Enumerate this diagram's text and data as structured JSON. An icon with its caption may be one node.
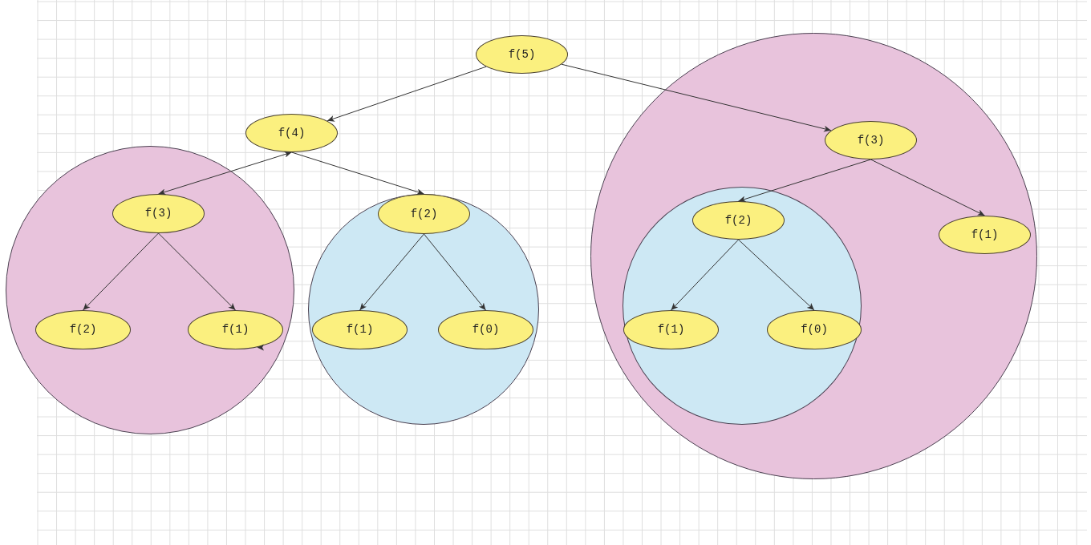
{
  "diagram": {
    "nodes": [
      {
        "text": [
          "f(5)"
        ]
      },
      {
        "text": [
          "f(4)"
        ]
      },
      {
        "text": [],
        "shape": "circle"
      },
      {
        "text": [
          "f(3)"
        ],
        "in": 2
      },
      {
        "text": [],
        "shape": "circle"
      },
      {
        "text": [
          "f(3)"
        ],
        "in": 4
      },
      {
        "text": [],
        "shape": "circle"
      },
      {
        "text": [
          "f(2)"
        ],
        "in": 6
      },
      {
        "text": [],
        "shape": "circle",
        "in": 2
      },
      {
        "text": [
          "f(2)"
        ],
        "in": 8
      },
      {
        "text": [
          "f(1)"
        ],
        "in": 2
      },
      {
        "text": [
          "f(2)"
        ],
        "in": 4
      },
      {
        "text": [
          "f(1)"
        ],
        "in": 4
      },
      {
        "text": [
          "f(1)"
        ],
        "in": 6
      },
      {
        "text": [
          "f(0)"
        ],
        "in": 6
      },
      {
        "text": [
          "f(1)"
        ],
        "in": 8
      },
      {
        "text": [
          "f(0)"
        ],
        "in": 8
      }
    ],
    "edges": [
      {
        "from": 0,
        "to": 1,
        "arrow": "to"
      },
      {
        "from": 0,
        "to": 3,
        "arrow": "to"
      },
      {
        "from": 1,
        "to": 5,
        "arrow": "both"
      },
      {
        "from": 1,
        "to": 7,
        "arrow": "to"
      },
      {
        "from": 5,
        "to": 11,
        "arrow": "to"
      },
      {
        "from": 5,
        "to": 12,
        "arrow": "to"
      },
      {
        "from": 7,
        "to": 13,
        "arrow": "to"
      },
      {
        "from": 7,
        "to": 14,
        "arrow": "to"
      },
      {
        "from": 3,
        "to": 9,
        "arrow": "to"
      },
      {
        "from": 3,
        "to": 10,
        "arrow": "to"
      },
      {
        "from": 9,
        "to": 15,
        "arrow": "to"
      },
      {
        "from": 9,
        "to": 16,
        "arrow": "to"
      }
    ]
  }
}
